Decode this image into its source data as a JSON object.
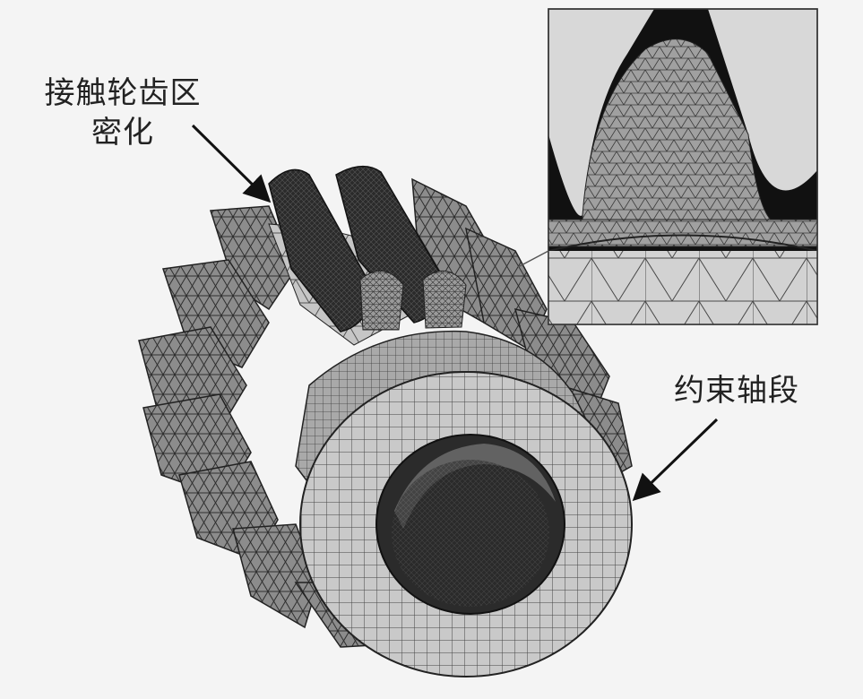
{
  "annotations": {
    "tooth_refinement_line1": "接触轮齿区",
    "tooth_refinement_line2": "密化",
    "constrained_shaft": "约束轴段"
  },
  "colors": {
    "background": "#f4f4f4",
    "mesh_light": "#c8c8c8",
    "mesh_mid": "#8a8a8a",
    "mesh_dark": "#1a1a1a",
    "mesh_line": "#3a3a3a",
    "label_text": "#222222"
  }
}
